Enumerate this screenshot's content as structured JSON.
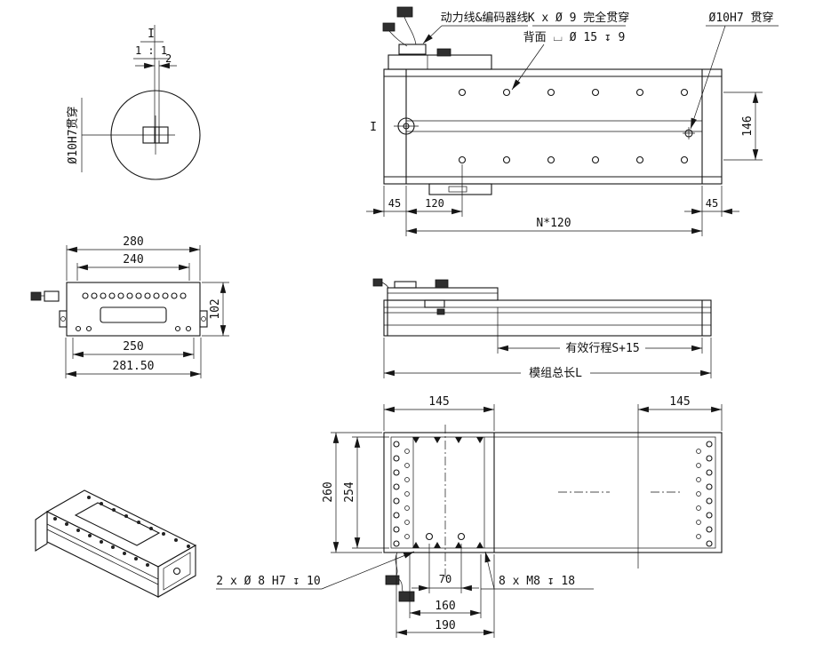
{
  "colors": {
    "ink": "#151515",
    "paper": "#ffffff"
  },
  "detail_view": {
    "mark": "I",
    "scale": "1 : 1",
    "slot_width": "2",
    "hole_label": "Ø10H7贯穿"
  },
  "top_view": {
    "section_mark": "I",
    "cable_label": "动力线&编码器线",
    "kx_hole_line1": "K x Ø 9 完全贯穿",
    "kx_hole_line2": "背面 ⌴ Ø 15 ↧ 9",
    "pin_hole_label": "Ø10H7 贯穿",
    "dim_row_spacing": "146",
    "dim_end_left": "45",
    "dim_first_pitch": "120",
    "dim_hole_pitch": "N*120",
    "dim_end_right": "45"
  },
  "front_view": {
    "dim_outer_width": "280",
    "dim_hole_span": "240",
    "dim_height": "102",
    "dim_base_width": "250",
    "dim_total_width": "281.50"
  },
  "side_view": {
    "dim_stroke": "有效行程S+15",
    "dim_total_length": "模组总长L"
  },
  "bottom_view": {
    "dim_left_offset": "145",
    "dim_right_offset": "145",
    "dim_outer_height": "260",
    "dim_inner_height": "254",
    "pin_hole_label": "2 x Ø 8 H7 ↧ 10",
    "dim_pin_span": "70",
    "thread_label": "8 x M8 ↧ 18",
    "dim_mount_span": "160",
    "dim_mount_outer": "190"
  }
}
